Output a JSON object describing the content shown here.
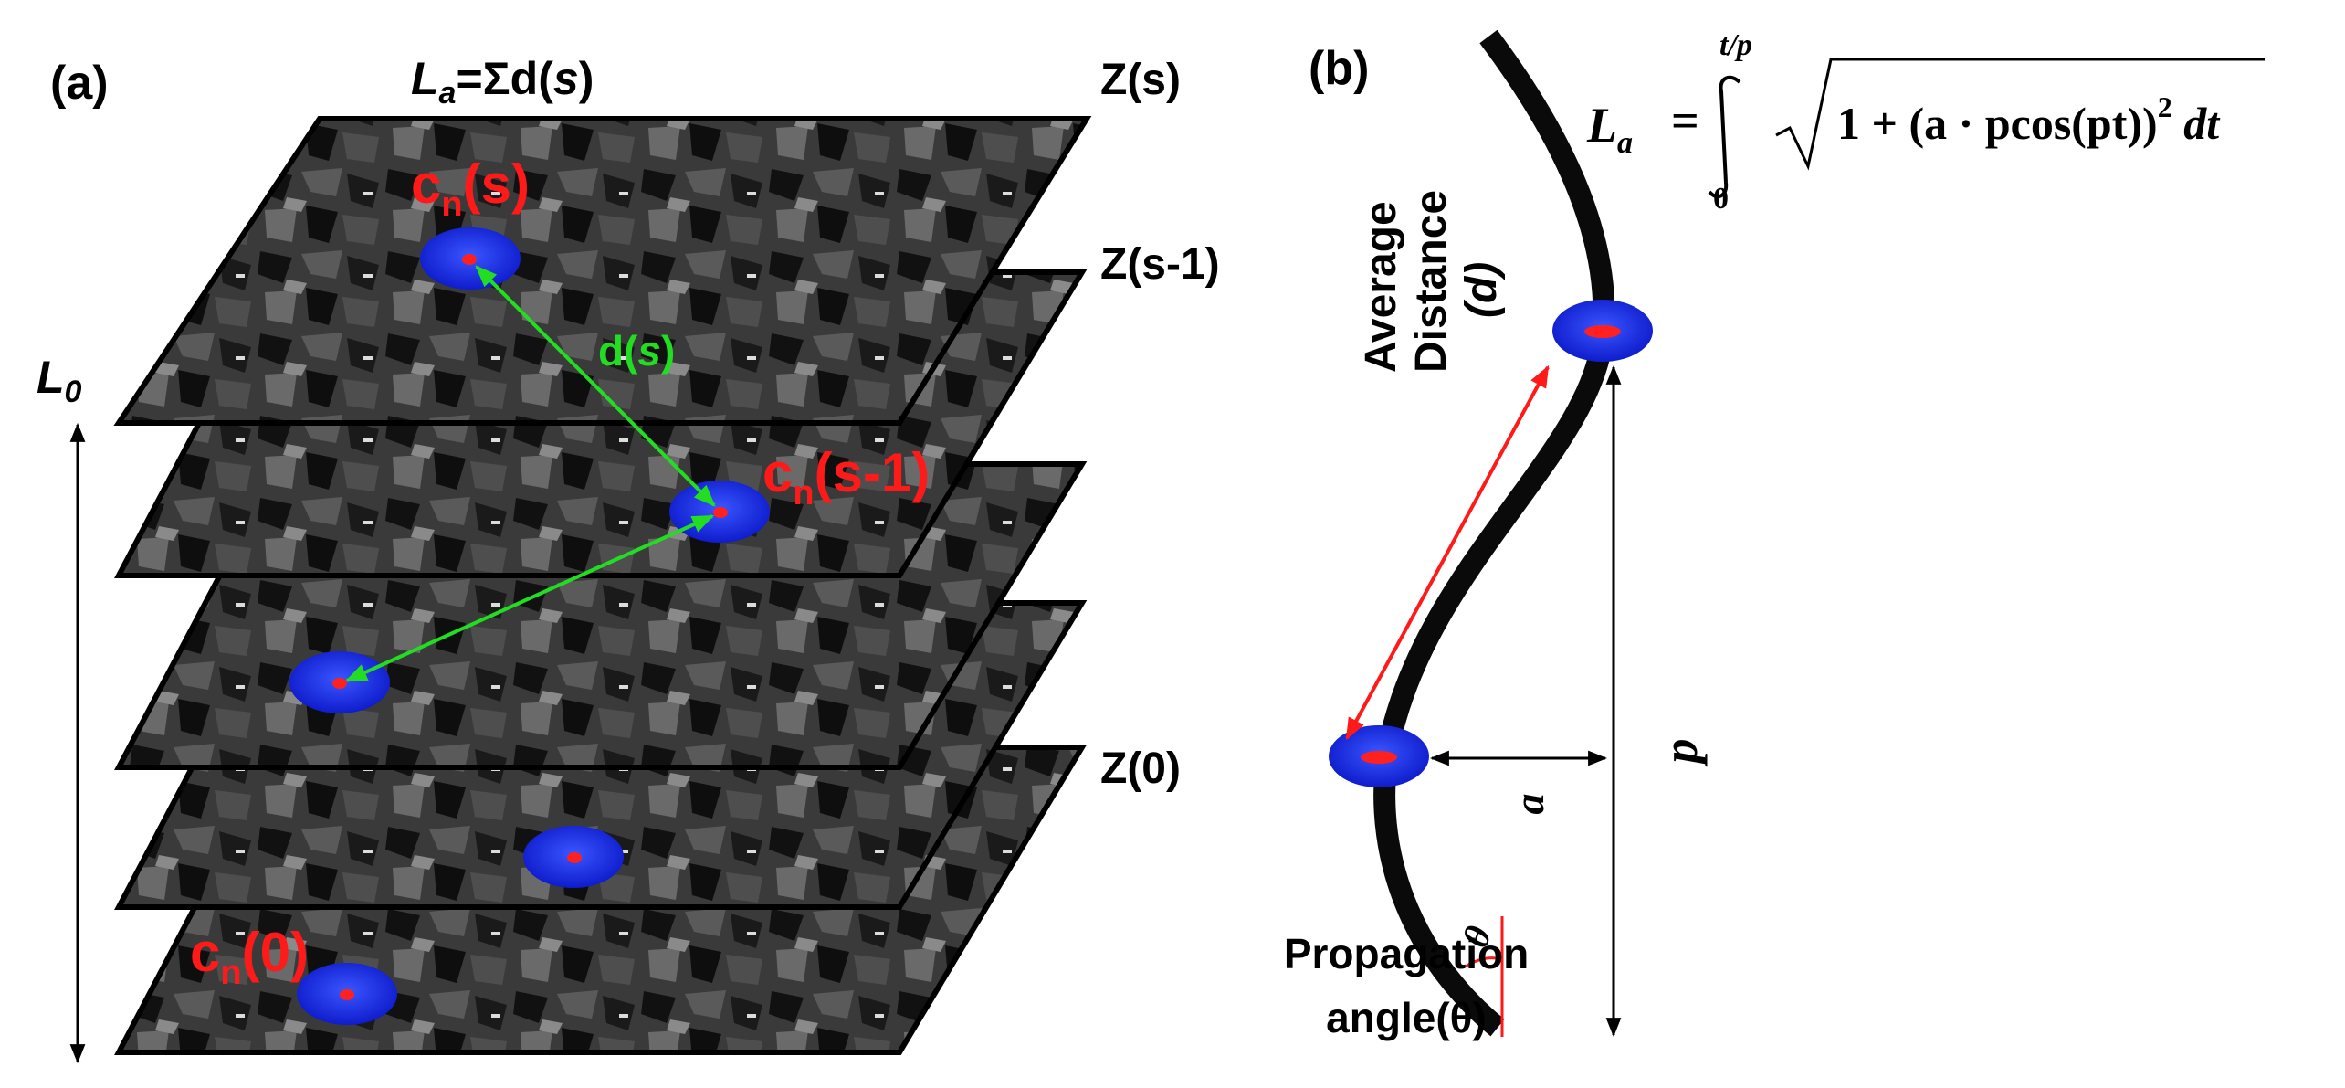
{
  "panel_a": {
    "tag": "(a)",
    "la_sym": "L",
    "la_sub": "a",
    "la_rest": "=Σd(",
    "la_s": "s",
    "la_close": ")",
    "l0_sym": "L",
    "l0_sub": "0",
    "planes": {
      "zs": "Z(s)",
      "zs1": "Z(s-1)",
      "z0": "Z(0)"
    },
    "centroids": {
      "cs_c": "c",
      "cs_n": "n",
      "cs_rest": "(s)",
      "cs1_c": "c",
      "cs1_n": "n",
      "cs1_rest": "(s-1)",
      "c0_c": "c",
      "c0_n": "n",
      "c0_rest": "(0)"
    },
    "distance": {
      "d": "d(",
      "s": "s",
      "close": ")"
    }
  },
  "panel_b": {
    "tag": "(b)",
    "avg_line1": "Average",
    "avg_line2": "Distance",
    "avg_line3": "(d)",
    "amplitude": "a",
    "period": "p",
    "prop_line1": "Propagation",
    "prop_line2": "angle(θ)",
    "theta": "θ",
    "formula": {
      "lhs": "L",
      "lhs_sub": "a",
      "eq": "=",
      "upper": "t/p",
      "lower": "0",
      "integrand": "1 + (a · pcos(pt))",
      "exp": "2",
      "dt": " dt"
    }
  },
  "colors": {
    "centroid_label": "#ff1a1a",
    "distance": "#22dd22",
    "cell": "#1020dd",
    "plane_border": "#000000"
  }
}
